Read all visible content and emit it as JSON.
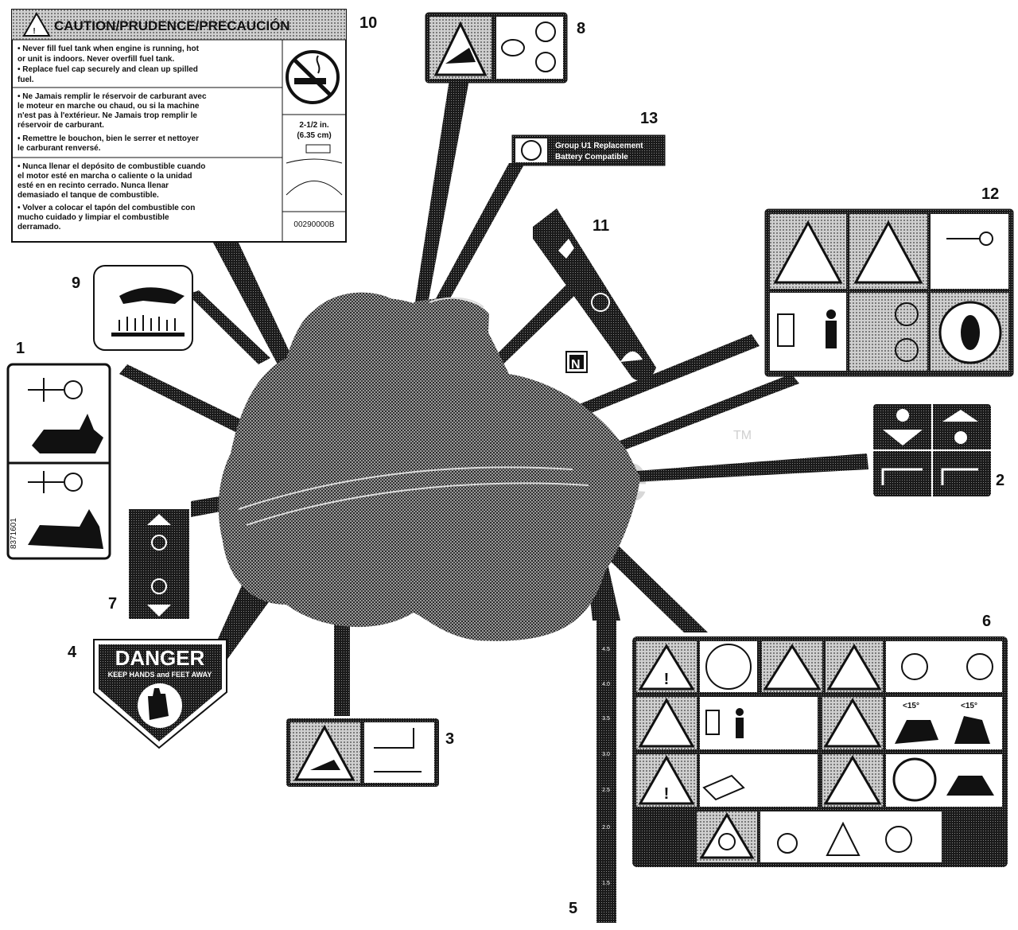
{
  "watermark": {
    "text": "ree",
    "tm": "TM"
  },
  "callouts": {
    "n1": "1",
    "n2": "2",
    "n3": "3",
    "n4": "4",
    "n5": "5",
    "n6": "6",
    "n7": "7",
    "n8": "8",
    "n9": "9",
    "n10": "10",
    "n11": "11",
    "n12": "12",
    "n13": "13"
  },
  "decal10": {
    "title": "CAUTION/PRUDENCE/PRECAUCIÓN",
    "en": [
      "• Never fill fuel tank when engine is running, hot",
      "  or unit is indoors. Never overfill fuel tank.",
      "• Replace fuel cap securely and clean up spilled",
      "  fuel."
    ],
    "fr": [
      "• Ne Jamais remplir le réservoir de carburant avec",
      "  le moteur en marche ou chaud, ou si la machine",
      "  n'est pas à l'extérieur. Ne Jamais trop remplir le",
      "  réservoir de carburant.",
      "• Remettre le bouchon, bien le serrer et nettoyer",
      "  le carburant renversé."
    ],
    "es": [
      "• Nunca llenar el depósito de combustible cuando",
      "  el motor esté en marcha o caliente o la unidad",
      "  esté en en recinto cerrado. Nunca llenar",
      "  demasiado el tanque de combustible.",
      "• Volver a colocar el tapón del combustible con",
      "  mucho cuidado y limpiar el combustible",
      "  derramado."
    ],
    "measure": [
      "2-1/2 in.",
      "(6.35 cm)"
    ],
    "part_no": "00290000B"
  },
  "decal13": {
    "line1": "Group U1 Replacement",
    "line2": "Battery Compatible"
  },
  "decal4": {
    "title": "DANGER",
    "subtitle": "KEEP HANDS and FEET AWAY"
  },
  "decal1": {
    "code": "8371601"
  },
  "decal11": {
    "letter": "N"
  },
  "decal5": {
    "marks": [
      "4.5",
      "4.0",
      "3.5",
      "3.0",
      "2.5",
      "2.0",
      "1.5"
    ]
  },
  "decal6": {
    "angle_a": "<15°",
    "angle_b": "<15°"
  },
  "colors": {
    "ink": "#111111",
    "paper": "#ffffff",
    "halftone": "#5a5a5a",
    "watermark": "#d8d8d8"
  }
}
